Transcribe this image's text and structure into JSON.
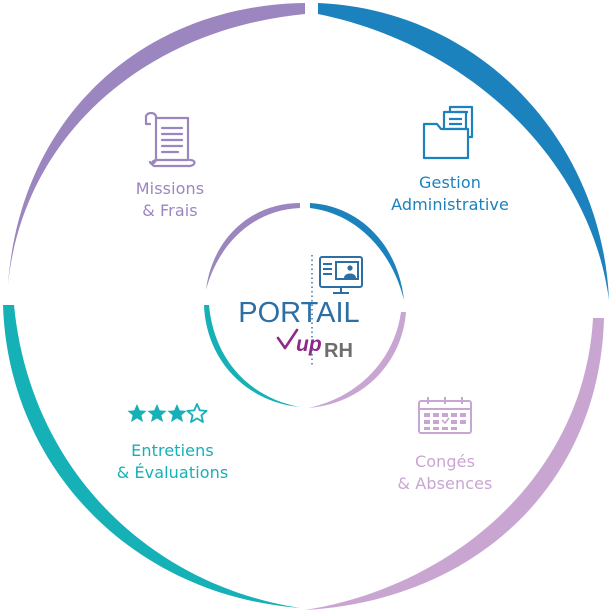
{
  "segments": [
    {
      "id": "missions",
      "line1": "Missions",
      "line2": "& Frais",
      "icon": "scroll-icon",
      "color": "#9b86c0"
    },
    {
      "id": "gestion",
      "line1": "Gestion",
      "line2": "Administrative",
      "icon": "folder-documents-icon",
      "color": "#1b82bd"
    },
    {
      "id": "entretiens",
      "line1": "Entretiens",
      "line2": "& Évaluations",
      "icon": "rating-stars-icon",
      "color": "#16b0b7"
    },
    {
      "id": "conges",
      "line1": "Congés",
      "line2": "& Absences",
      "icon": "calendar-icon",
      "color": "#c9a6d2"
    }
  ],
  "logo": {
    "title": "PORTAIL",
    "brand": "up",
    "suffix": "RH",
    "icon": "computer-profile-icon",
    "colors": {
      "title": "#2d6ea3",
      "check": "#8e2a8a",
      "up": "#8e2a8a",
      "rh": "#6e6e6e"
    }
  }
}
